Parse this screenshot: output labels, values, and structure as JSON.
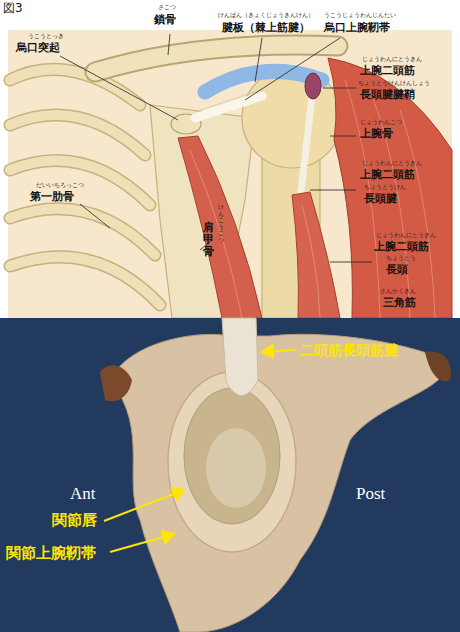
{
  "diagram": {
    "title": "図3",
    "labels": [
      "さこつ",
      "鎖骨",
      "けんばん（きょくじょうきんけん）",
      "腱板（棘上筋腱）",
      "うこうじょうわんじんたい",
      "烏口上腕靭帯",
      "うこうとっき",
      "烏口突起",
      "じょうわんにとうきん",
      "上腕二頭筋",
      "ちょうとうけんけんしょう",
      "長頭腱腱鞘",
      "じょうわんこつ",
      "上腕骨",
      "じょうわんにとうきん",
      "上腕二頭筋",
      "ちょうとうけん",
      "長頭腱",
      "だいいちろっこつ",
      "第一肋骨",
      "けんこうこつ",
      "肩甲骨",
      "じょうわんにとうきん",
      "上腕二頭筋",
      "ちょうとう",
      "長頭",
      "さんかくきん",
      "三角筋",
      "二頭筋長頭筋腱",
      "Ant",
      "Post",
      "関節唇",
      "関節上腕靭帯"
    ]
  }
}
